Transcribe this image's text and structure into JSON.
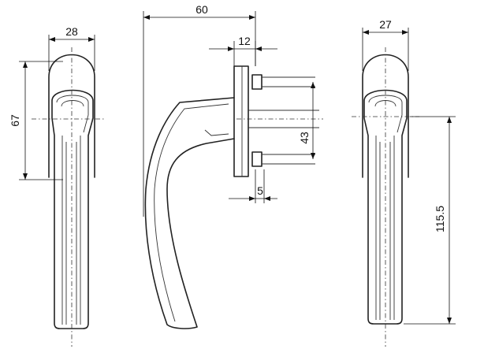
{
  "dimensions": {
    "front_width": "28",
    "front_rose_height": "67",
    "side_depth": "60",
    "plate_thickness": "12",
    "bolt_spacing": "43",
    "bolt_offset": "5",
    "right_width": "27",
    "right_handle_length": "115.5"
  }
}
